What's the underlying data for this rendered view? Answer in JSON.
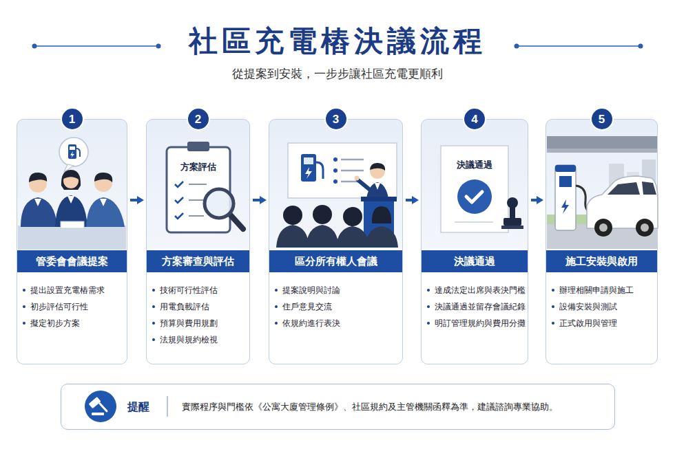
{
  "diagram": {
    "title": "社區充電樁決議流程",
    "caption": "從提案到安裝，一步步讓社區充電更順利",
    "nodes": [
      {
        "text": [
          "提出設置充電樁需求",
          "初步評估可行性",
          "擬定初步方案"
        ]
      },
      {
        "text": [
          "1"
        ],
        "in": 0
      },
      {
        "text": [
          "管委會會議提案"
        ],
        "in": 0
      },
      {
        "text": [
          "技術可行性評估",
          "用電負載評估",
          "預算與費用規劃",
          "法規與規約檢視"
        ]
      },
      {
        "text": [
          "2"
        ],
        "in": 3
      },
      {
        "text": [
          "方案審查與評估"
        ],
        "in": 3
      },
      {
        "text": [
          "提案說明與討論",
          "住戶意見交流",
          "依規約進行表決"
        ]
      },
      {
        "text": [
          "3"
        ],
        "in": 6
      },
      {
        "text": [
          "區分所有權人會議"
        ],
        "in": 6
      },
      {
        "text": [
          "達成法定出席與表決門檻",
          "決議通過並留存會議紀錄",
          "明訂管理規約與費用分攤"
        ]
      },
      {
        "text": [
          "4"
        ],
        "in": 9
      },
      {
        "text": [
          "決議通過"
        ],
        "in": 9
      },
      {
        "text": [
          "辦理相關申請與施工",
          "設備安裝與測試",
          "正式啟用與管理"
        ]
      },
      {
        "text": [
          "5"
        ],
        "in": 12
      },
      {
        "text": [
          "施工安裝與啟用"
        ],
        "in": 12
      },
      {
        "text": [
          "提醒",
          "實際程序與門檻依《公寓大廈管理條例》、社區規約及主管機關函釋為準，建議諮詢專業協助。"
        ]
      }
    ],
    "edges": [
      {
        "from": 0,
        "to": 3,
        "arrow": "to"
      },
      {
        "from": 3,
        "to": 6,
        "arrow": "to"
      },
      {
        "from": 6,
        "to": 9,
        "arrow": "to"
      },
      {
        "from": 9,
        "to": 12,
        "arrow": "to"
      }
    ],
    "labels": [
      "方案評估",
      "決議通過"
    ]
  }
}
